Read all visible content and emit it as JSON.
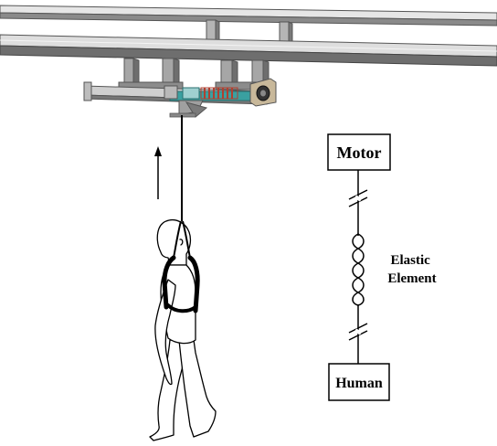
{
  "schematic": {
    "top_box_label": "Motor",
    "bottom_box_label": "Human",
    "spring_label_line1": "Elastic",
    "spring_label_line2": "Element"
  },
  "colors": {
    "line": "#000000",
    "rail_light": "#dcdcdc",
    "rail_dark": "#6e6e6e",
    "metal_mid": "#9a9a9a",
    "carriage_accent": "#3aa0a0",
    "spring_coil": "#b04030",
    "motor_body": "#c8b89a"
  }
}
